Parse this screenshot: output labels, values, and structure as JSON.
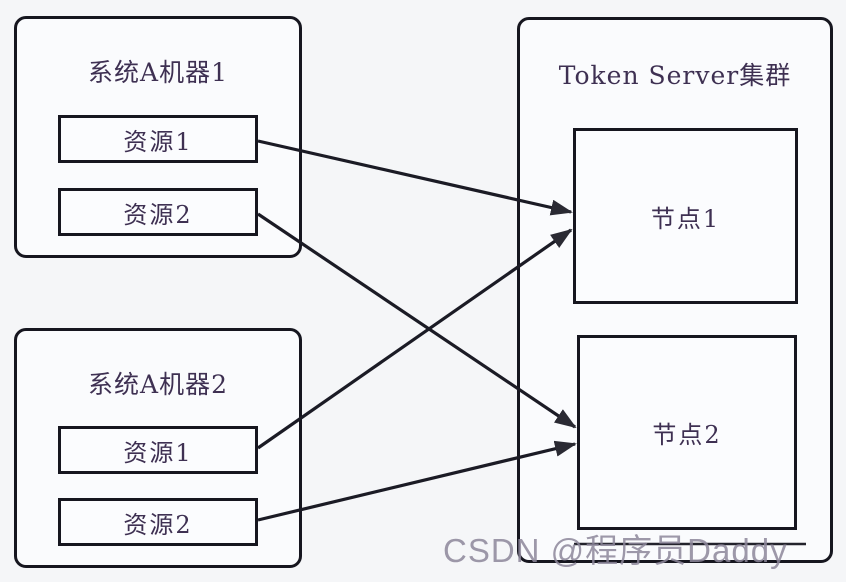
{
  "machine1": {
    "title": "系统A机器1",
    "resources": [
      "资源1",
      "资源2"
    ]
  },
  "machine2": {
    "title": "系统A机器2",
    "resources": [
      "资源1",
      "资源2"
    ]
  },
  "cluster": {
    "title": "Token Server集群",
    "nodes": [
      "节点1",
      "节点2"
    ]
  },
  "edges": [
    {
      "from": "系统A机器1/资源1",
      "to": "节点1"
    },
    {
      "from": "系统A机器1/资源2",
      "to": "节点2"
    },
    {
      "from": "系统A机器2/资源1",
      "to": "节点1"
    },
    {
      "from": "系统A机器2/资源2",
      "to": "节点2"
    }
  ],
  "watermark": {
    "text": "CSDN @程序员Daddy"
  },
  "colors": {
    "background": "#f5f6f8",
    "box_fill": "#fbfcfe",
    "border": "#16161f",
    "line": "#1b1b25",
    "text": "#3e3052",
    "watermark": "#8d879b"
  }
}
